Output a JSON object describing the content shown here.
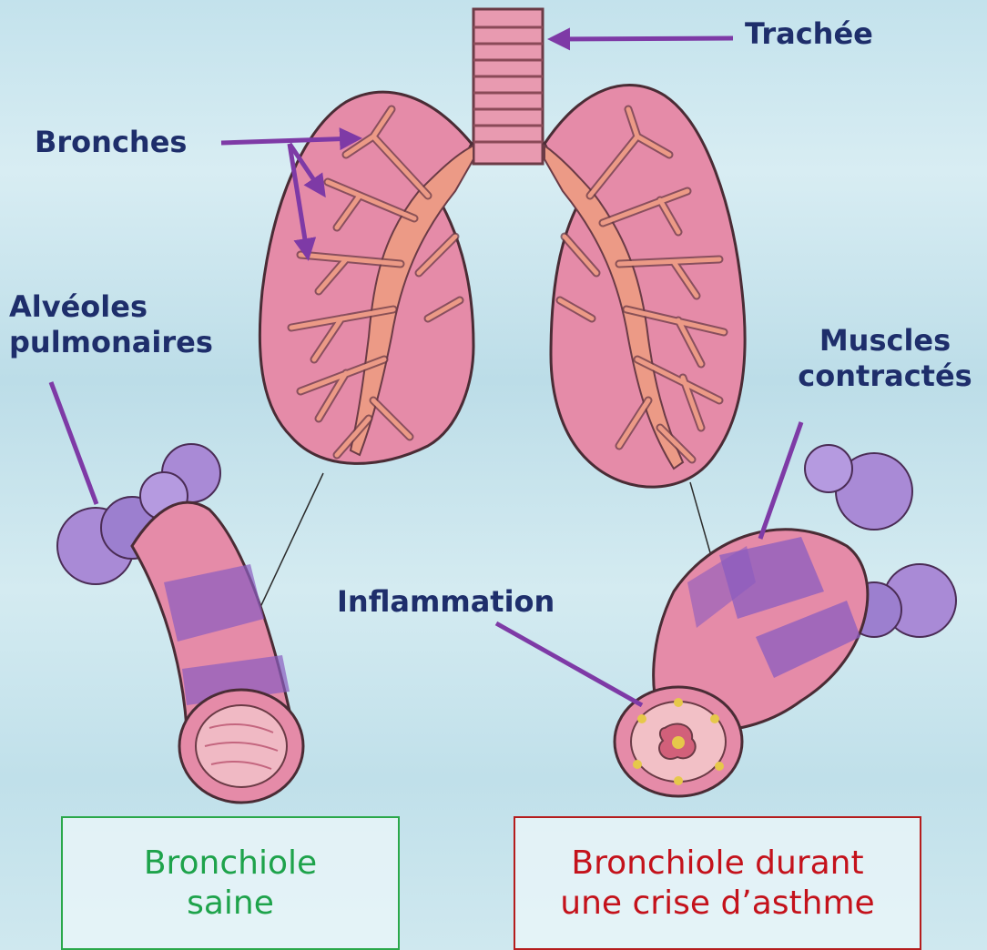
{
  "labels": {
    "trachea": "Trachée",
    "bronchi": "Bronches",
    "alveoli_line1": "Alvéoles",
    "alveoli_line2": "pulmonaires",
    "muscles_line1": "Muscles",
    "muscles_line2": "contractés",
    "inflammation": "Inflammation"
  },
  "boxes": {
    "healthy_line1": "Bronchiole",
    "healthy_line2": "saine",
    "asthma_line1": "Bronchiole durant",
    "asthma_line2": "une crise d’asthme"
  },
  "colors": {
    "label_text": "#1e2e6b",
    "arrow": "#7e3aa6",
    "lung_fill": "#e58ba8",
    "bronchi_fill": "#ec9a86",
    "alveoli_fill": "#a98ad6",
    "healthy": "#1ea34b",
    "asthma": "#c4121b"
  }
}
